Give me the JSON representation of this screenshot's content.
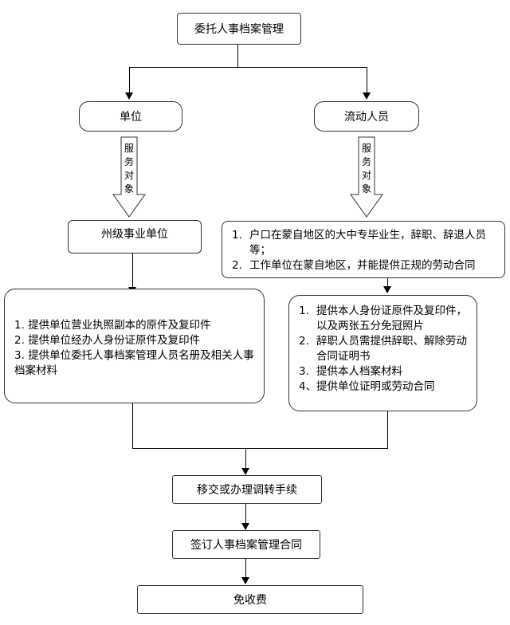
{
  "diagram": {
    "root": {
      "label": "委托人事档案管理"
    },
    "left_branch": {
      "label": "单位",
      "service_label": [
        "服",
        "务",
        "对",
        "象"
      ],
      "target": "州级事业单位",
      "requirements": [
        {
          "num": "1.",
          "text": "提供单位营业执照副本的原件及复印件"
        },
        {
          "num": "2.",
          "text": "提供单位经办人身份证原件及复印件"
        },
        {
          "num": "3.",
          "text": "提供单位委托人事档案管理人员名册及相关人事档案材料"
        }
      ]
    },
    "right_branch": {
      "label": "流动人员",
      "service_label": [
        "服",
        "务",
        "对",
        "象"
      ],
      "targets": [
        {
          "num": "1.",
          "text": "户口在蒙自地区的大中专毕业生，辞职、辞退人员等；"
        },
        {
          "num": "2.",
          "text": "工作单位在蒙自地区，并能提供正规的劳动合同"
        }
      ],
      "requirements": [
        {
          "num": "1.",
          "text": "提供本人身份证原件及复印件，以及两张五分免冠照片"
        },
        {
          "num": "2.",
          "text": "辞职人员需提供辞职、解除劳动合同证明书"
        },
        {
          "num": "3.",
          "text": "提供本人档案材料"
        },
        {
          "num": "4、",
          "text": "提供单位证明或劳动合同"
        }
      ]
    },
    "step_transfer": {
      "label": "移交或办理调转手续"
    },
    "step_contract": {
      "label": "签订人事档案管理合同"
    },
    "step_fee": {
      "label": "免收费"
    }
  }
}
